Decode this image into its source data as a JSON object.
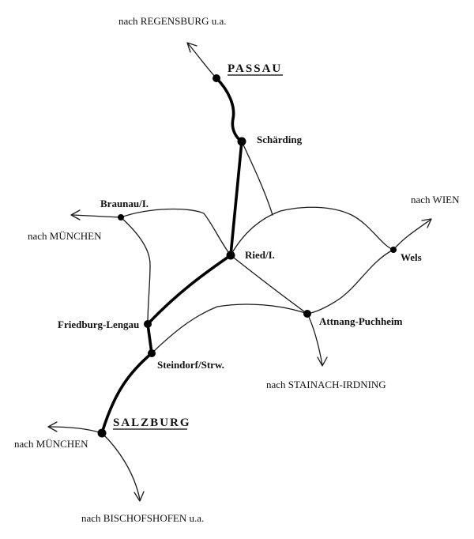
{
  "stations": {
    "passau": "PASSAU",
    "schaerding": "Schärding",
    "braunau": "Braunau/I.",
    "ried": "Ried/I.",
    "wels": "Wels",
    "friedburg": "Friedburg-Lengau",
    "attnang": "Attnang-Puchheim",
    "steindorf": "Steindorf/Strw.",
    "salzburg": "SALZBURG"
  },
  "destinations": {
    "regensburg": "nach  REGENSBURG u.a.",
    "wien": "nach  WIEN",
    "muenchen_north": "nach  MÜNCHEN",
    "stainach": "nach  STAINACH-IRDNING",
    "muenchen_south": "nach  MÜNCHEN",
    "bischofshofen": "nach  BISCHOFSHOFEN u.a."
  }
}
